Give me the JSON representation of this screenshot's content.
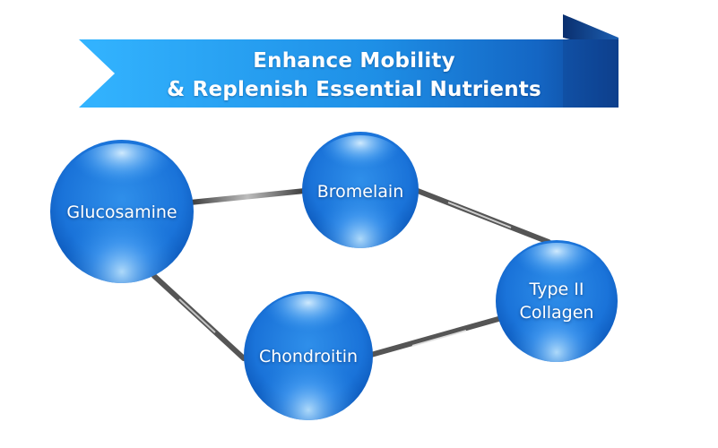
{
  "banner": {
    "title_line1": "Enhance Mobility",
    "title_line2": "& Replenish Essential Nutrients",
    "color_light": "#29a8f5",
    "color_dark": "#0d3f8c"
  },
  "nodes": {
    "glucosamine": "Glucosamine",
    "bromelain": "Bromelain",
    "collagen_line1": "Type II",
    "collagen_line2": "Collagen",
    "chondroitin": "Chondroitin"
  },
  "connections": [
    [
      "Glucosamine",
      "Bromelain"
    ],
    [
      "Bromelain",
      "Type II Collagen"
    ],
    [
      "Type II Collagen",
      "Chondroitin"
    ],
    [
      "Chondroitin",
      "Glucosamine"
    ]
  ],
  "colors": {
    "sphere_highlight": "#a9dcff",
    "sphere_mid": "#2b8ae6",
    "sphere_dark": "#0b56b8",
    "connector": "#4a4a4a"
  }
}
